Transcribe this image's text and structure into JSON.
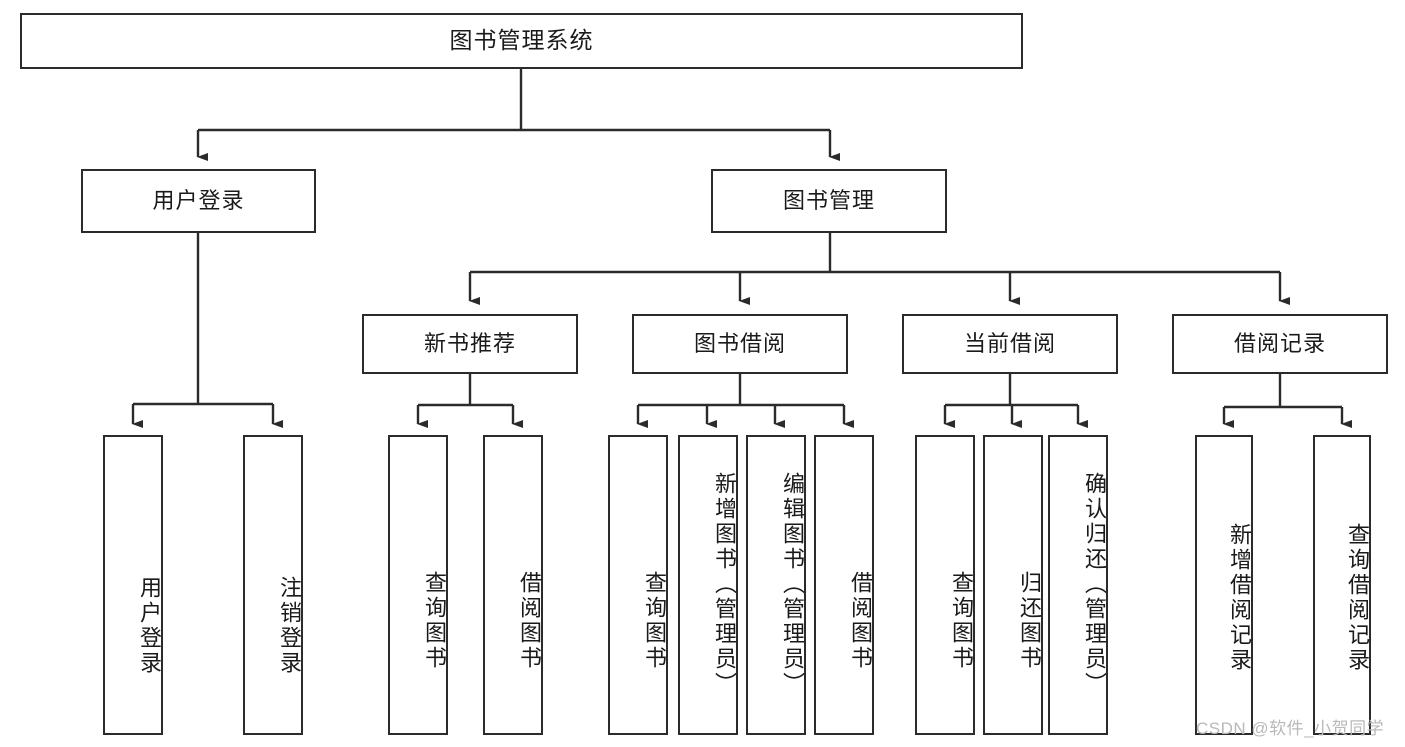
{
  "diagram": {
    "type": "tree-hierarchy",
    "title": "图书管理系统",
    "root": {
      "label": "图书管理系统"
    },
    "level1": [
      {
        "id": "user-login",
        "label": "用户登录"
      },
      {
        "id": "book-manage",
        "label": "图书管理"
      }
    ],
    "level2": [
      {
        "id": "new-book-recommend",
        "label": "新书推荐",
        "parent": "book-manage"
      },
      {
        "id": "book-borrow",
        "label": "图书借阅",
        "parent": "book-manage"
      },
      {
        "id": "current-borrow",
        "label": "当前借阅",
        "parent": "book-manage"
      },
      {
        "id": "borrow-record",
        "label": "借阅记录",
        "parent": "book-manage"
      }
    ],
    "leaves": [
      {
        "id": "leaf-user-login",
        "label": "用户登录",
        "parent": "user-login"
      },
      {
        "id": "leaf-logout",
        "label": "注销登录",
        "parent": "user-login"
      },
      {
        "id": "leaf-query-book-1",
        "label": "查询图书",
        "parent": "new-book-recommend"
      },
      {
        "id": "leaf-borrow-book-1",
        "label": "借阅图书",
        "parent": "new-book-recommend"
      },
      {
        "id": "leaf-query-book-2",
        "label": "查询图书",
        "parent": "book-borrow"
      },
      {
        "id": "leaf-add-book",
        "label": "新增图书（管理员）",
        "parent": "book-borrow"
      },
      {
        "id": "leaf-edit-book",
        "label": "编辑图书（管理员）",
        "parent": "book-borrow"
      },
      {
        "id": "leaf-borrow-book-2",
        "label": "借阅图书",
        "parent": "book-borrow"
      },
      {
        "id": "leaf-query-book-3",
        "label": "查询图书",
        "parent": "current-borrow"
      },
      {
        "id": "leaf-return-book",
        "label": "归还图书",
        "parent": "current-borrow"
      },
      {
        "id": "leaf-confirm-return",
        "label": "确认归还（管理员）",
        "parent": "current-borrow"
      },
      {
        "id": "leaf-add-record",
        "label": "新增借阅记录",
        "parent": "borrow-record"
      },
      {
        "id": "leaf-query-record",
        "label": "查询借阅记录",
        "parent": "borrow-record"
      }
    ],
    "colors": {
      "border": "#2b2b2b",
      "background": "#ffffff",
      "text": "#1a1a1a",
      "watermark": "#b9b9b9"
    }
  },
  "watermark": {
    "text": "CSDN @软件_小贺同学"
  }
}
